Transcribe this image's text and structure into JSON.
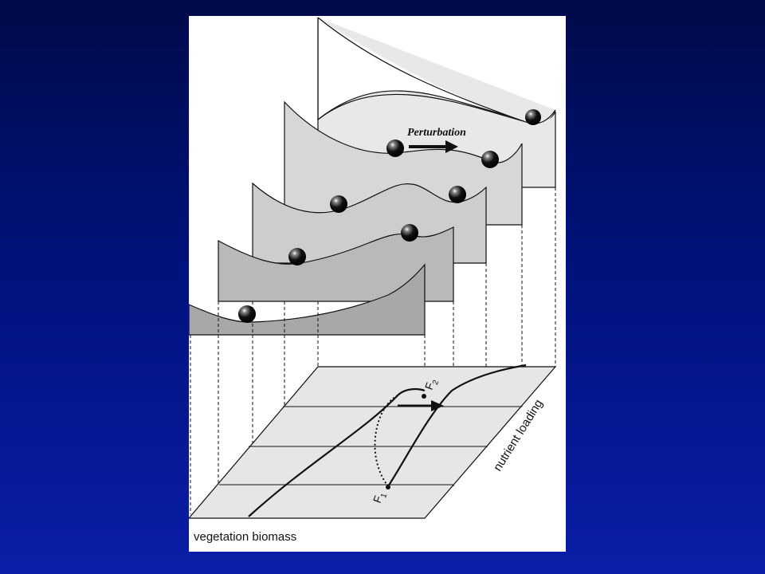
{
  "figure": {
    "annotation_perturbation": "Perturbation",
    "axis_vegetation": "vegetation biomass",
    "axis_nutrient": "nutrient loading",
    "point_f1": "F",
    "point_f1_sub": "1",
    "point_f2": "F",
    "point_f2_sub": "2"
  },
  "colors": {
    "background_top": "#000a4a",
    "background_bottom": "#0a1ea8",
    "panel": "#ffffff",
    "landscape_light": "#e6e6e6",
    "landscape_mid": "#cfcfcf",
    "landscape_dark": "#a7a7a7",
    "ball": "#000000"
  }
}
